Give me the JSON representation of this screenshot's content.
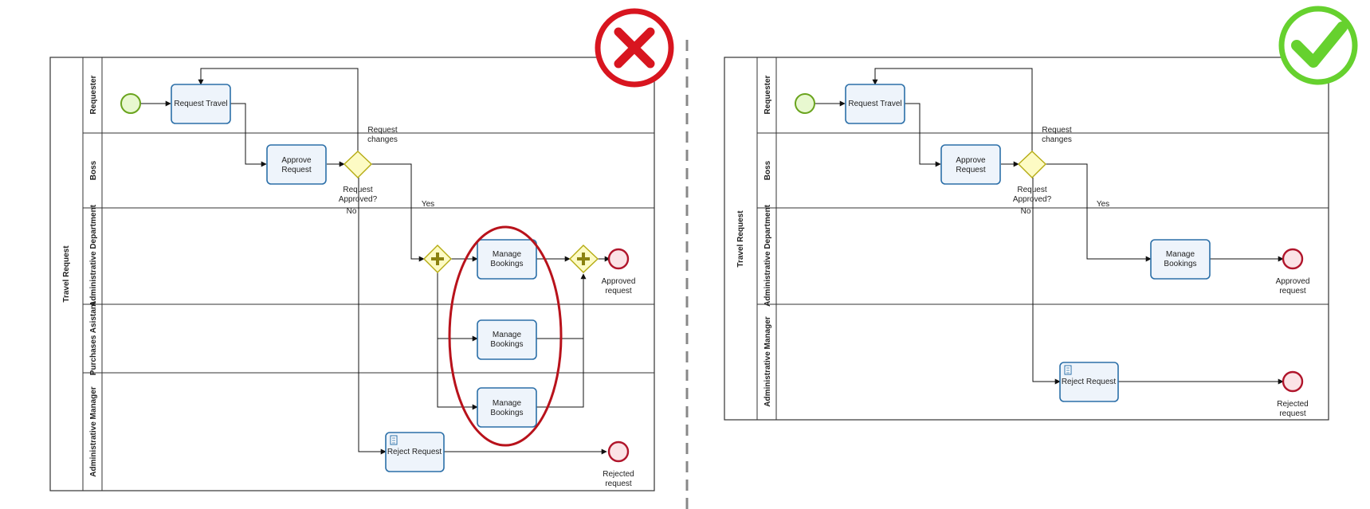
{
  "colors": {
    "task_border": "#2b6fa8",
    "task_fill": "#eef4fb",
    "gateway_border": "#b5ab12",
    "gateway_fill": "#fdfbc4",
    "start_event": "#6aa41e",
    "end_event": "#b0152b",
    "wrong_mark": "#d8151f",
    "right_mark": "#66d12e",
    "highlight_ellipse": "#b8121b"
  },
  "icons": {
    "wrong": "x-mark-icon",
    "right": "check-mark-icon",
    "script_task": "script-icon"
  },
  "left_diagram": {
    "pool_label": "Travel Request",
    "lanes": [
      "Requester",
      "Boss",
      "Administrative Department",
      "Purchases Asistant",
      "Administrative Manager"
    ],
    "tasks": {
      "request_travel": "Request Travel",
      "approve_request": [
        "Approve",
        "Request"
      ],
      "manage_bookings": [
        "Manage",
        "Bookings"
      ],
      "reject_request": "Reject Request"
    },
    "gateway_label": [
      "Request",
      "Approved?"
    ],
    "flow_labels": {
      "request_changes": [
        "Request",
        "changes"
      ],
      "yes": "Yes",
      "no": "No"
    },
    "end_events": {
      "approved": [
        "Approved",
        "request"
      ],
      "rejected": [
        "Rejected",
        "request"
      ]
    }
  },
  "right_diagram": {
    "pool_label": "Travel Request",
    "lanes": [
      "Requester",
      "Boss",
      "Administrative Department",
      "Administrative Manager"
    ],
    "tasks": {
      "request_travel": "Request Travel",
      "approve_request": [
        "Approve",
        "Request"
      ],
      "manage_bookings": [
        "Manage",
        "Bookings"
      ],
      "reject_request": "Reject Request"
    },
    "gateway_label": [
      "Request",
      "Approved?"
    ],
    "flow_labels": {
      "request_changes": [
        "Request",
        "changes"
      ],
      "yes": "Yes",
      "no": "No"
    },
    "end_events": {
      "approved": [
        "Approved",
        "request"
      ],
      "rejected": [
        "Rejected",
        "request"
      ]
    }
  }
}
